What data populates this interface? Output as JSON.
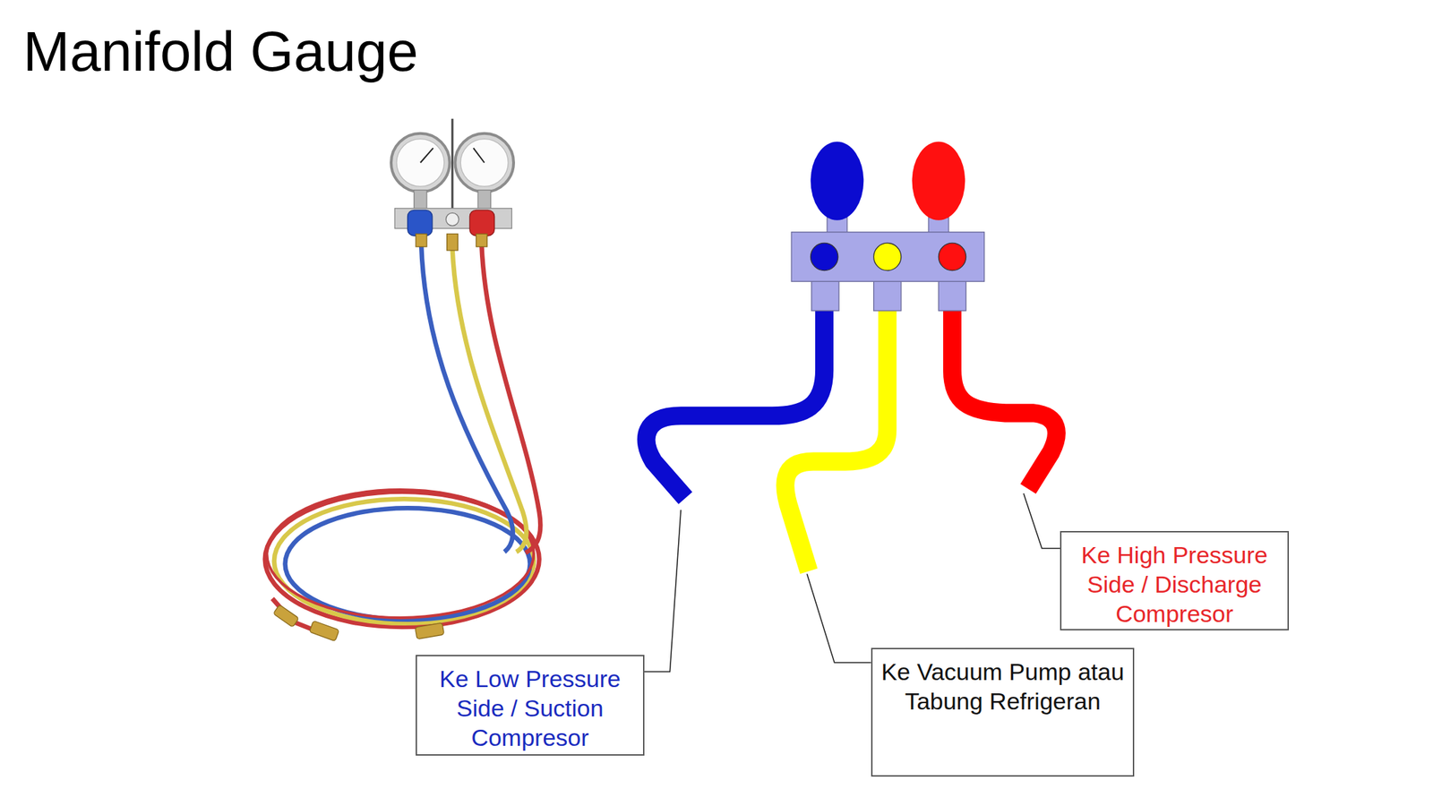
{
  "diagram": {
    "title": "Manifold Gauge",
    "nodes": [
      {
        "text": [
          "Ke Low Pressure Side / Suction Compresor"
        ]
      },
      {
        "text": [
          "Ke Vacuum Pump atau Tabung Refrigeran"
        ]
      },
      {
        "text": [
          "Ke High Pressure Side / Discharge Compresor"
        ]
      }
    ]
  }
}
